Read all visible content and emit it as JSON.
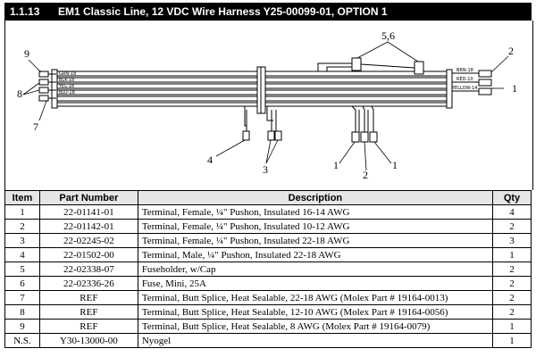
{
  "header": {
    "section": "1.1.13",
    "title": "EM1 Classic Line, 12 VDC Wire Harness Y25-00099-01, OPTION 1"
  },
  "diagram": {
    "callouts": {
      "c9": "9",
      "c8": "8",
      "c7": "7",
      "c56": "5,6",
      "c2top": "2",
      "c1right": "1",
      "c4": "4",
      "c3": "3",
      "c1a": "1",
      "c2b": "2",
      "c1b": "1"
    },
    "wire_labels": {
      "left1": "GRN-18",
      "left2": "BLK-18",
      "left3": "YEL-18",
      "left4": "BLU-18",
      "right1": "BRN-18",
      "right2": "RED-10",
      "right3": "YELLOW-14"
    }
  },
  "table": {
    "columns": [
      "Item",
      "Part Number",
      "Description",
      "Qty"
    ],
    "rows": [
      {
        "item": "1",
        "part": "22-01141-01",
        "desc": "Terminal, Female, ¼\" Pushon, Insulated 16-14 AWG",
        "qty": "4"
      },
      {
        "item": "2",
        "part": "22-01142-01",
        "desc": "Terminal, Female, ¼\" Pushon, Insulated 10-12 AWG",
        "qty": "2"
      },
      {
        "item": "3",
        "part": "22-02245-02",
        "desc": "Terminal, Female, ¼\" Pushon, Insulated 22-18 AWG",
        "qty": "3"
      },
      {
        "item": "4",
        "part": "22-01502-00",
        "desc": "Terminal, Male, ¼\" Pushon, Insulated 22-18 AWG",
        "qty": "1"
      },
      {
        "item": "5",
        "part": "22-02338-07",
        "desc": "Fuseholder, w/Cap",
        "qty": "2"
      },
      {
        "item": "6",
        "part": "22-02336-26",
        "desc": "Fuse, Mini, 25A",
        "qty": "2"
      },
      {
        "item": "7",
        "part": "REF",
        "desc": "Terminal, Butt Splice, Heat Sealable, 22-18 AWG (Molex Part # 19164-0013)",
        "qty": "2"
      },
      {
        "item": "8",
        "part": "REF",
        "desc": "Terminal, Butt Splice, Heat Sealable, 12-10 AWG (Molex Part # 19164-0056)",
        "qty": "2"
      },
      {
        "item": "9",
        "part": "REF",
        "desc": "Terminal, Butt Splice, Heat Sealable, 8 AWG (Molex Part # 19164-0079)",
        "qty": "1"
      },
      {
        "item": "N.S.",
        "part": "Y30-13000-00",
        "desc": "Nyogel",
        "qty": "1"
      }
    ]
  }
}
